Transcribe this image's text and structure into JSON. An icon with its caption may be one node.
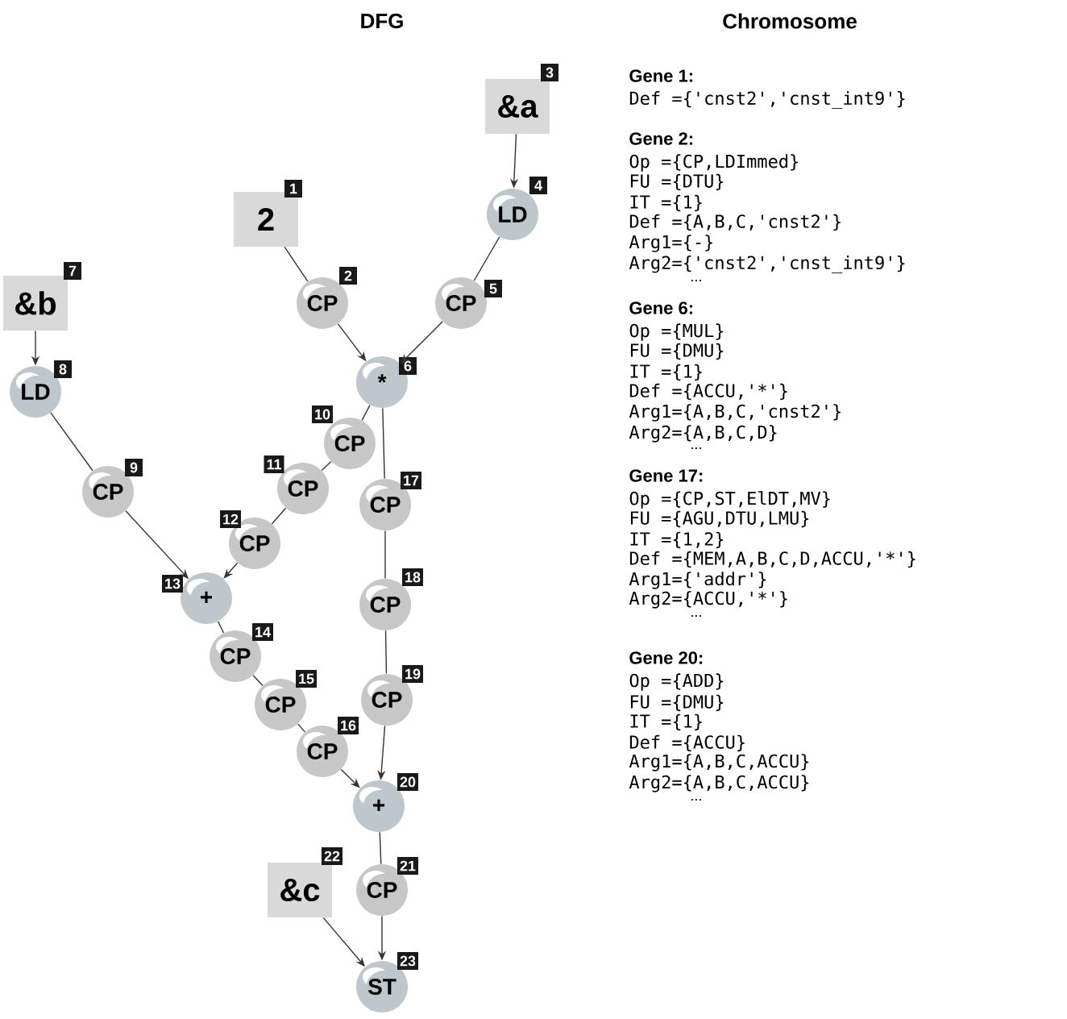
{
  "diagram": {
    "nodes": [
      {
        "text": [
          "2"
        ],
        "beside": [
          "1"
        ]
      },
      {
        "text": [
          "CP"
        ],
        "beside": [
          "2"
        ]
      },
      {
        "text": [
          "&a"
        ],
        "beside": [
          "3"
        ]
      },
      {
        "text": [
          "LD"
        ],
        "beside": [
          "4"
        ]
      },
      {
        "text": [
          "CP"
        ],
        "beside": [
          "5"
        ]
      },
      {
        "text": [
          "*"
        ],
        "beside": [
          "6"
        ]
      },
      {
        "text": [
          "&b"
        ],
        "beside": [
          "7"
        ]
      },
      {
        "text": [
          "LD"
        ],
        "beside": [
          "8"
        ]
      },
      {
        "text": [
          "CP"
        ],
        "beside": [
          "9"
        ]
      },
      {
        "text": [
          "CP"
        ],
        "beside": [
          "10"
        ]
      },
      {
        "text": [
          "CP"
        ],
        "beside": [
          "11"
        ]
      },
      {
        "text": [
          "CP"
        ],
        "beside": [
          "12"
        ]
      },
      {
        "text": [
          "+"
        ],
        "beside": [
          "13"
        ]
      },
      {
        "text": [
          "CP"
        ],
        "beside": [
          "14"
        ]
      },
      {
        "text": [
          "CP"
        ],
        "beside": [
          "15"
        ]
      },
      {
        "text": [
          "CP"
        ],
        "beside": [
          "16"
        ]
      },
      {
        "text": [
          "CP"
        ],
        "beside": [
          "17"
        ]
      },
      {
        "text": [
          "CP"
        ],
        "beside": [
          "18"
        ]
      },
      {
        "text": [
          "CP"
        ],
        "beside": [
          "19"
        ]
      },
      {
        "text": [
          "+"
        ],
        "beside": [
          "20"
        ]
      },
      {
        "text": [
          "CP"
        ],
        "beside": [
          "21"
        ]
      },
      {
        "text": [
          "&c"
        ],
        "beside": [
          "22"
        ]
      },
      {
        "text": [
          "ST"
        ],
        "beside": [
          "23"
        ]
      }
    ],
    "edges": [
      {
        "from": 0,
        "to": 1,
        "arrow": "none"
      },
      {
        "from": 2,
        "to": 3,
        "arrow": "to"
      },
      {
        "from": 3,
        "to": 4,
        "arrow": "none"
      },
      {
        "from": 1,
        "to": 5,
        "arrow": "to"
      },
      {
        "from": 4,
        "to": 5,
        "arrow": "to"
      },
      {
        "from": 6,
        "to": 7,
        "arrow": "to"
      },
      {
        "from": 7,
        "to": 8,
        "arrow": "none"
      },
      {
        "from": 8,
        "to": 12,
        "arrow": "to"
      },
      {
        "from": 5,
        "to": 9,
        "arrow": "none"
      },
      {
        "from": 9,
        "to": 10,
        "arrow": "none"
      },
      {
        "from": 10,
        "to": 11,
        "arrow": "none"
      },
      {
        "from": 11,
        "to": 12,
        "arrow": "to"
      },
      {
        "from": 5,
        "to": 16,
        "arrow": "none"
      },
      {
        "from": 16,
        "to": 17,
        "arrow": "none"
      },
      {
        "from": 17,
        "to": 18,
        "arrow": "none"
      },
      {
        "from": 18,
        "to": 19,
        "arrow": "to"
      },
      {
        "from": 12,
        "to": 13,
        "arrow": "none"
      },
      {
        "from": 13,
        "to": 14,
        "arrow": "none"
      },
      {
        "from": 14,
        "to": 15,
        "arrow": "none"
      },
      {
        "from": 15,
        "to": 19,
        "arrow": "to"
      },
      {
        "from": 19,
        "to": 20,
        "arrow": "none"
      },
      {
        "from": 20,
        "to": 22,
        "arrow": "to"
      },
      {
        "from": 21,
        "to": 22,
        "arrow": "to"
      }
    ],
    "labels": [
      "DFG",
      "Chromosome",
      "Gene 1:",
      "Def ={'cnst2','cnst_int9'}",
      "Gene 2:",
      "Op  ={CP,LDImmed}",
      "FU  ={DTU}",
      "IT  ={1}",
      "Def ={A,B,C,'cnst2'}",
      "Arg1={-}",
      "Arg2={'cnst2','cnst_int9'}",
      "...",
      "Gene 6:",
      "Op  ={MUL}",
      "FU  ={DMU}",
      "IT  ={1}",
      "Def ={ACCU,'*'}",
      "Arg1={A,B,C,'cnst2'}",
      "Arg2={A,B,C,D}",
      "...",
      "Gene 17:",
      "Op  ={CP,ST,ElDT,MV}",
      "FU  ={AGU,DTU,LMU}",
      "IT  ={1,2}",
      "Def ={MEM,A,B,C,D,ACCU,'*'}",
      "Arg1={'addr'}",
      "Arg2={ACCU,'*'}",
      "...",
      "Gene 20:",
      "Op  ={ADD}",
      "FU  ={DMU}",
      "IT  ={1}",
      "Def ={ACCU}",
      "Arg1={A,B,C,ACCU}",
      "Arg2={A,B,C,ACCU}",
      "..."
    ]
  }
}
